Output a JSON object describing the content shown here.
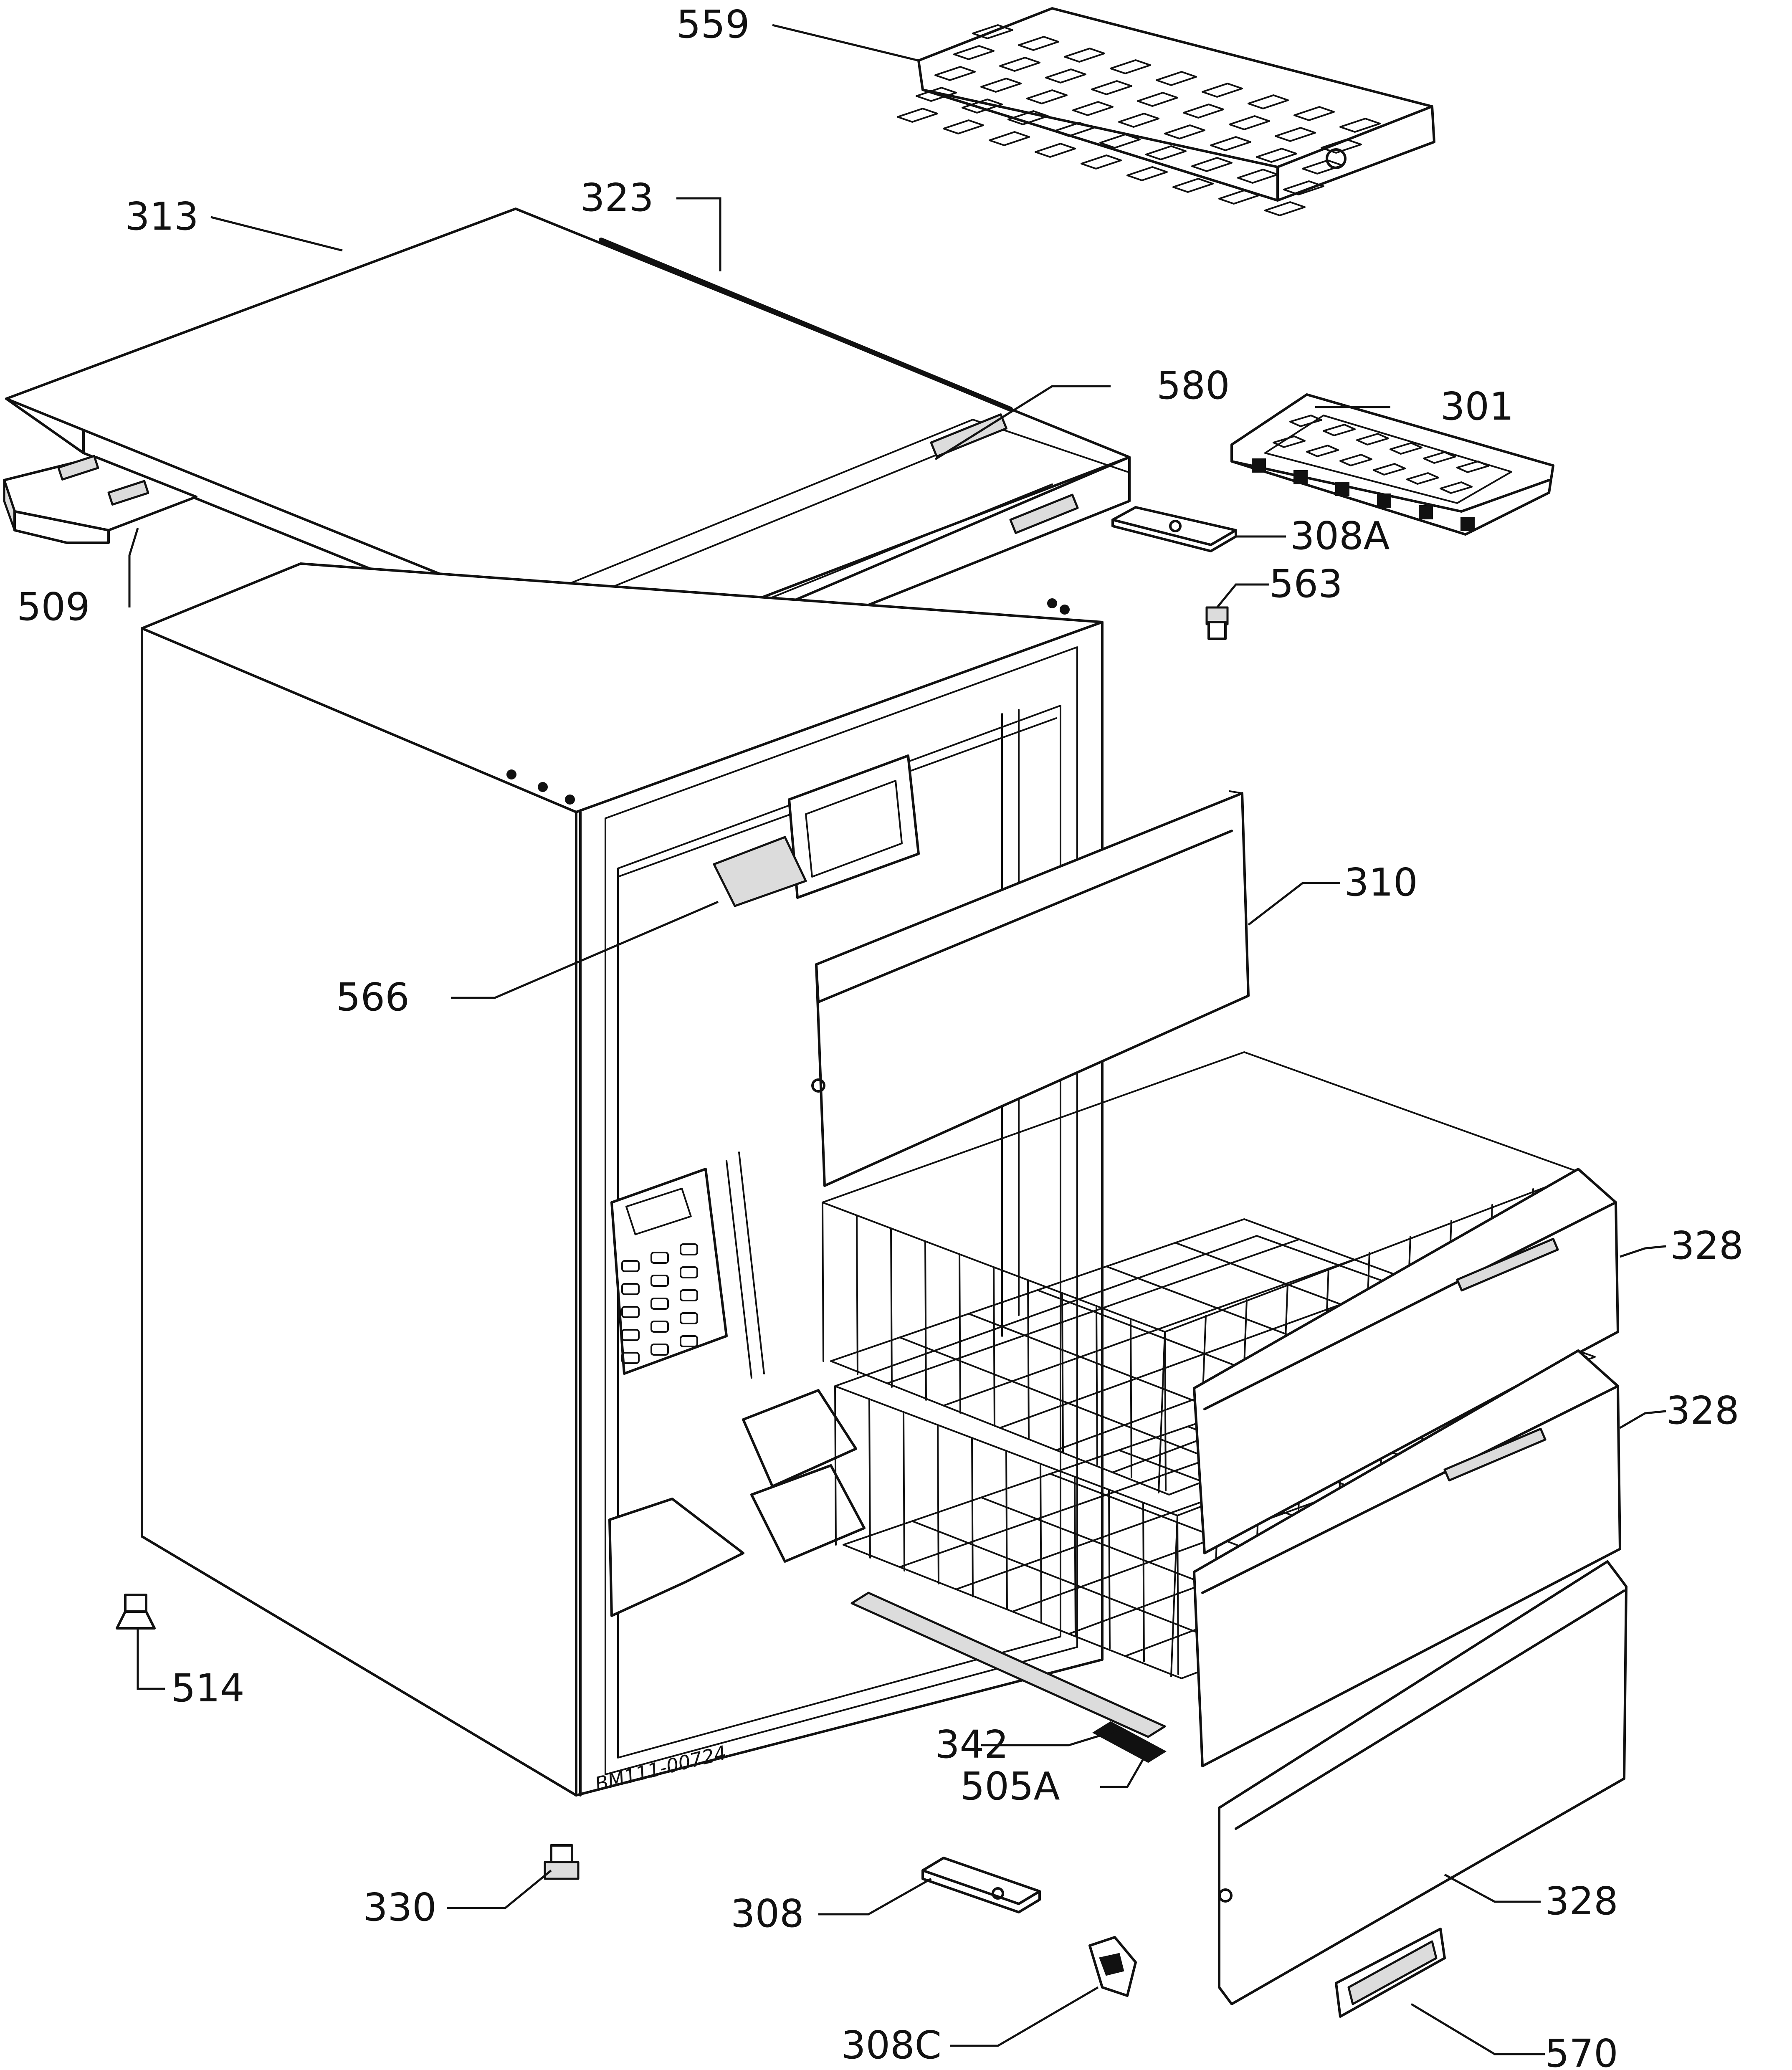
{
  "diagram": {
    "drawing_code": "BM111-00724",
    "parts": [
      {
        "id": "p559",
        "label": "559"
      },
      {
        "id": "p313",
        "label": "313"
      },
      {
        "id": "p323",
        "label": "323"
      },
      {
        "id": "p580",
        "label": "580"
      },
      {
        "id": "p301",
        "label": "301"
      },
      {
        "id": "p308a",
        "label": "308A"
      },
      {
        "id": "p563",
        "label": "563"
      },
      {
        "id": "p509",
        "label": "509"
      },
      {
        "id": "p310",
        "label": "310"
      },
      {
        "id": "p566",
        "label": "566"
      },
      {
        "id": "p328a",
        "label": "328"
      },
      {
        "id": "p328b",
        "label": "328"
      },
      {
        "id": "p514",
        "label": "514"
      },
      {
        "id": "p342",
        "label": "342"
      },
      {
        "id": "p505a",
        "label": "505A"
      },
      {
        "id": "p330",
        "label": "330"
      },
      {
        "id": "p308",
        "label": "308"
      },
      {
        "id": "p328c",
        "label": "328"
      },
      {
        "id": "p308c",
        "label": "308C"
      },
      {
        "id": "p570",
        "label": "570"
      }
    ]
  }
}
